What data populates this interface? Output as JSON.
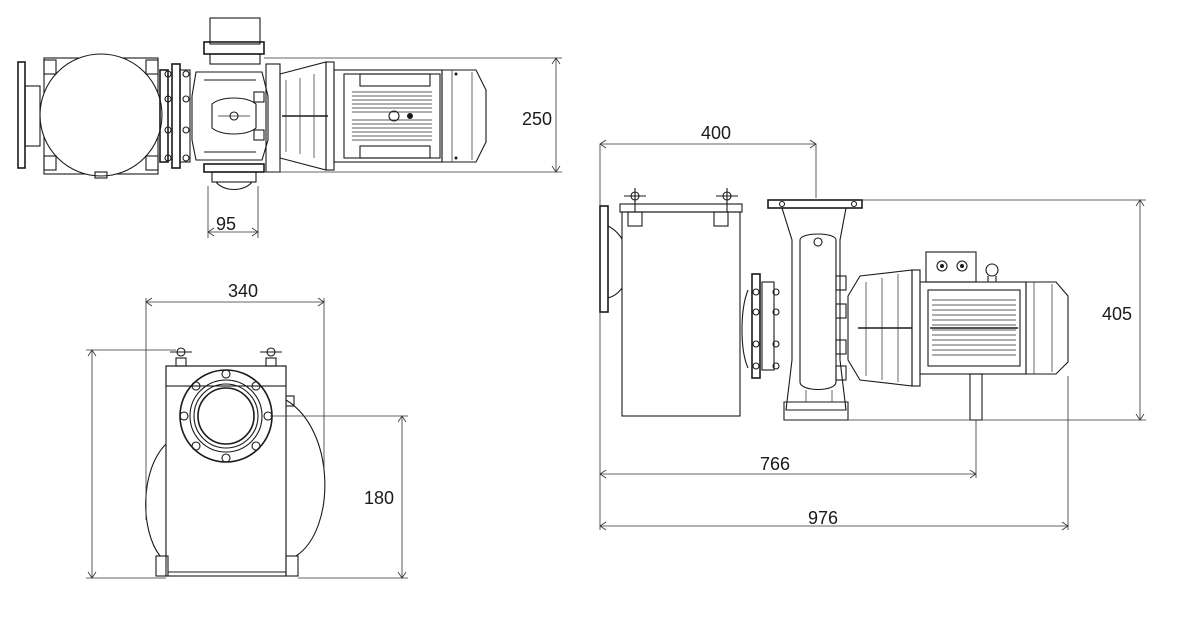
{
  "dimensions": {
    "top_view_height": "250",
    "top_view_flange_width": "95",
    "side_view_top_width": "400",
    "side_view_height": "405",
    "side_view_foot_length": "766",
    "side_view_total_length": "976",
    "front_view_width": "340",
    "front_view_center_height": "180"
  },
  "colors": {
    "line": "#1a1a1a",
    "background": "#ffffff"
  }
}
